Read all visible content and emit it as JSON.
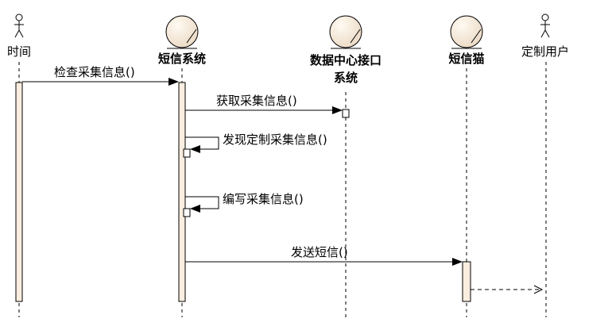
{
  "participants": [
    {
      "id": "time",
      "label": "时间",
      "kind": "actor"
    },
    {
      "id": "sms",
      "label": "短信系统",
      "kind": "entity"
    },
    {
      "id": "dataif",
      "label": "数据中心接口系统",
      "kind": "entity"
    },
    {
      "id": "smscat",
      "label": "短信猫",
      "kind": "entity"
    },
    {
      "id": "user",
      "label": "定制用户",
      "kind": "actor"
    }
  ],
  "messages": [
    {
      "from": "time",
      "to": "sms",
      "label": "检查采集信息()"
    },
    {
      "from": "sms",
      "to": "dataif",
      "label": "获取采集信息()"
    },
    {
      "from": "sms",
      "to": "sms",
      "label": "发现定制采集信息()"
    },
    {
      "from": "sms",
      "to": "sms",
      "label": "编写采集信息()"
    },
    {
      "from": "sms",
      "to": "smscat",
      "label": "发送短信()"
    },
    {
      "from": "smscat",
      "to": "user",
      "label": "",
      "style": "dashed-return"
    }
  ],
  "colors": {
    "activation_fill": "#fbeee0",
    "entity_fill": "#f6e9d9",
    "line": "#000000"
  }
}
